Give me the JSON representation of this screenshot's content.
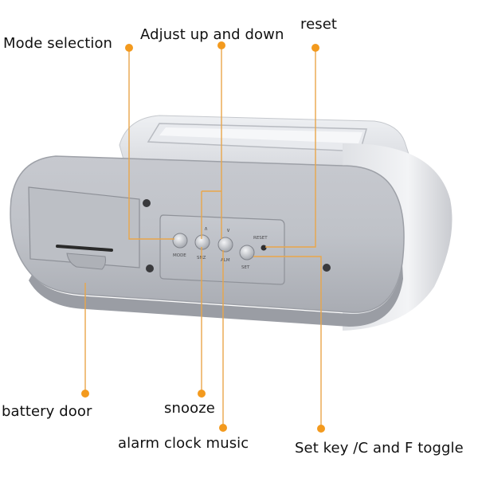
{
  "annotations": {
    "mode_selection": "Mode selection",
    "adjust": "Adjust up and down",
    "reset": "reset",
    "battery_door": "battery door",
    "snooze": "snooze",
    "alarm_music": "alarm clock music",
    "set_key": "Set key /C and F toggle"
  },
  "device": {
    "buttons": [
      "MODE",
      "SNZ",
      "ALM",
      "SET"
    ],
    "reset_label": "RESET"
  },
  "colors": {
    "accent_dot": "#F39A1E",
    "leader_line": "#E9A64A",
    "body": "#C9CBD0",
    "panel": "#B9BCC2"
  }
}
